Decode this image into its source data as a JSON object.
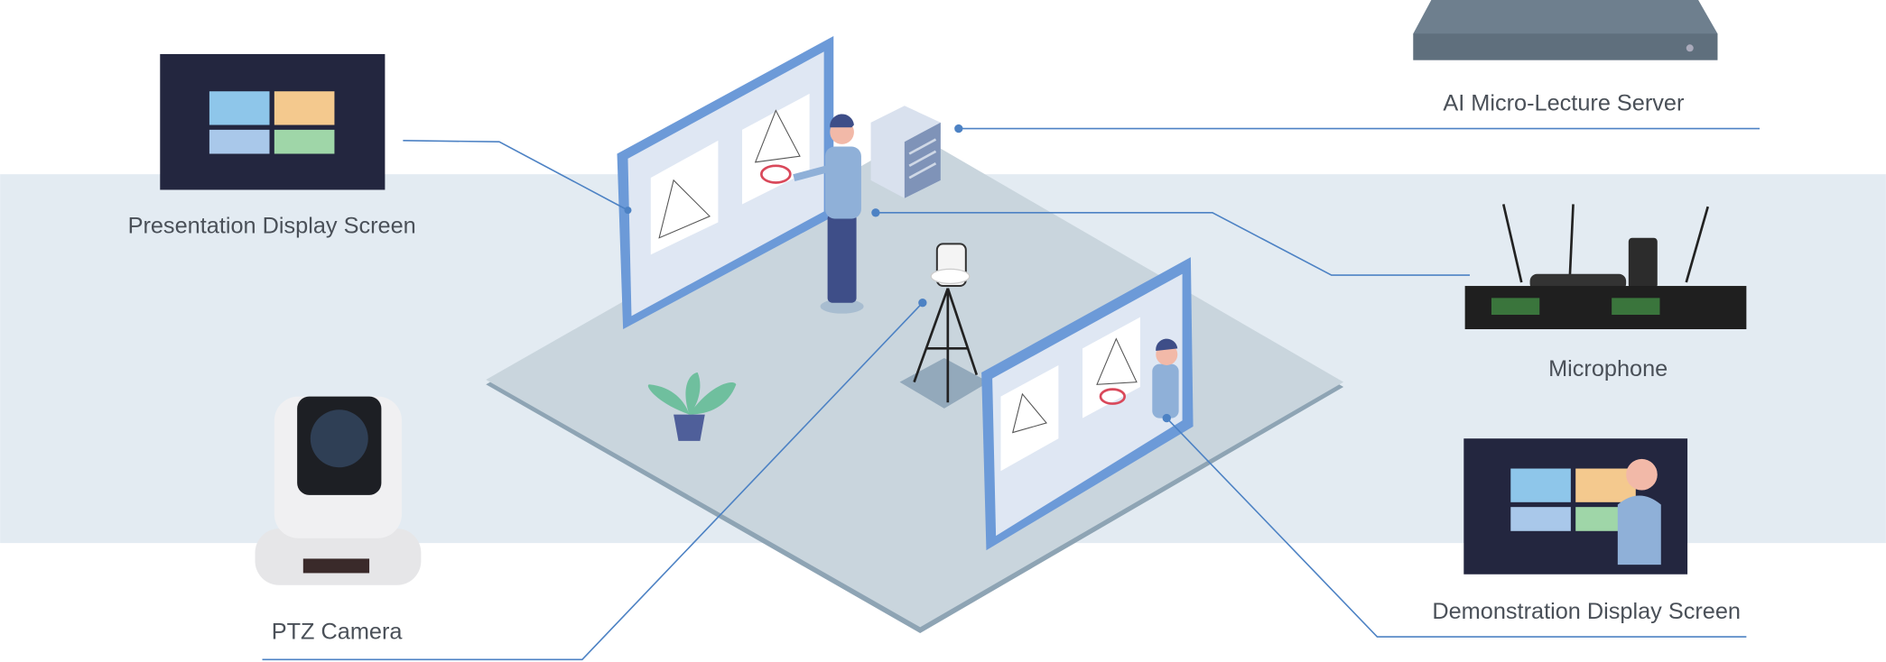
{
  "colors": {
    "band": "#e3ebf2",
    "floor": "#c9d5dd",
    "board_frame": "#6c9ad8",
    "connector": "#4d82c4",
    "label": "#4a5058"
  },
  "labels": {
    "server": "AI Micro-Lecture Server",
    "presentation": "Presentation Display Screen",
    "microphone": "Microphone",
    "ptz": "PTZ Camera",
    "demonstration": "Demonstration Display Screen"
  },
  "icons": [
    "server-icon",
    "display-screen-icon",
    "microphone-receiver-icon",
    "ptz-camera-icon",
    "teacher-icon",
    "plant-icon",
    "tripod-camera-icon",
    "whiteboard-icon"
  ]
}
